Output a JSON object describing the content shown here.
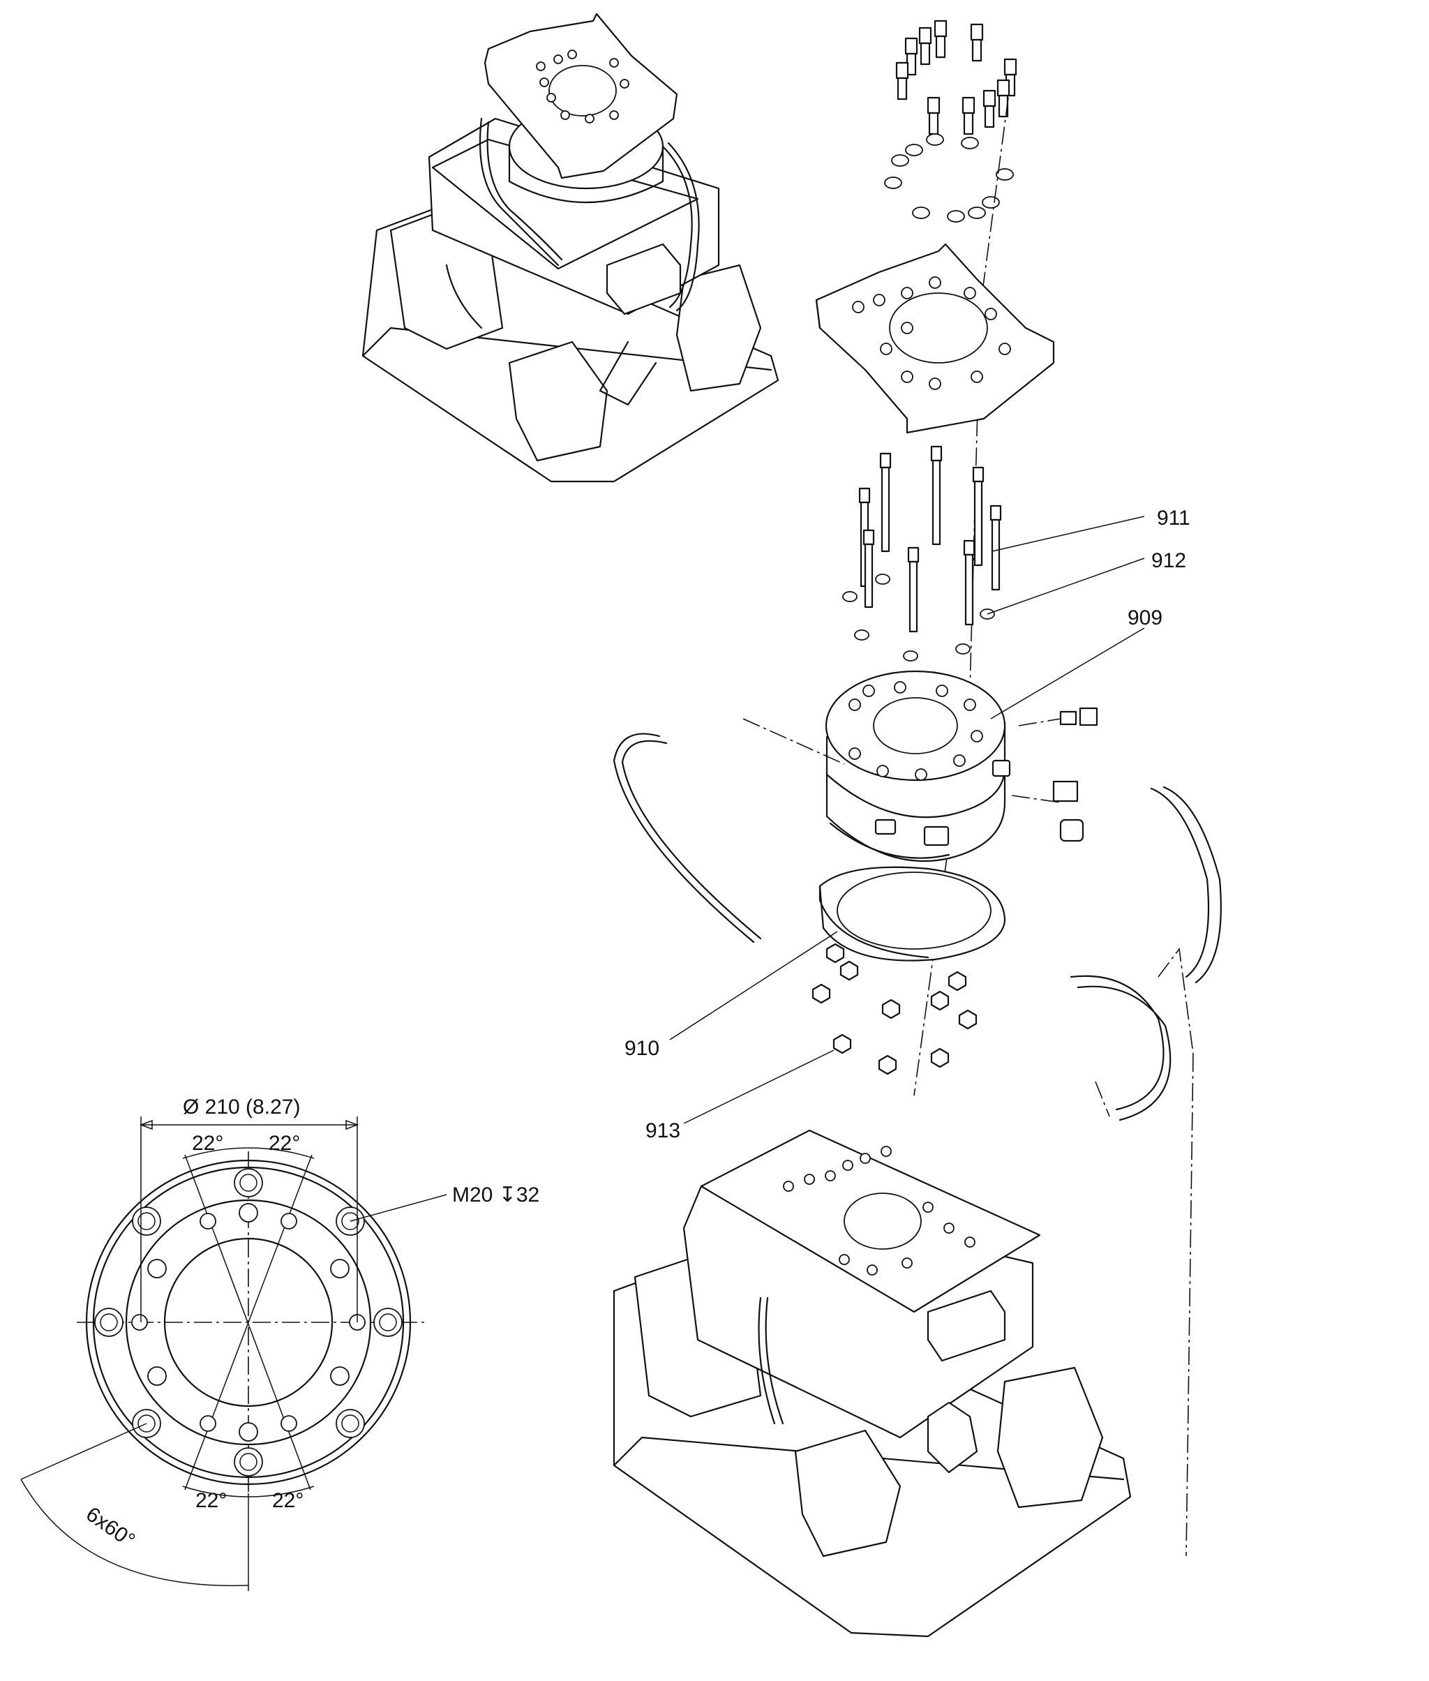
{
  "callouts": {
    "p911": "911",
    "p912": "912",
    "p909": "909",
    "p910": "910",
    "p913": "913"
  },
  "flange_view": {
    "diameter_label": "Ø 210 (8.27)",
    "angle_top_left": "22°",
    "angle_top_right": "22°",
    "angle_bottom_left": "22°",
    "angle_bottom_right": "22°",
    "thread_label": "M20 ",
    "thread_depth_symbol": "↧",
    "thread_depth_value": "32",
    "pattern_label": "6x60°"
  }
}
